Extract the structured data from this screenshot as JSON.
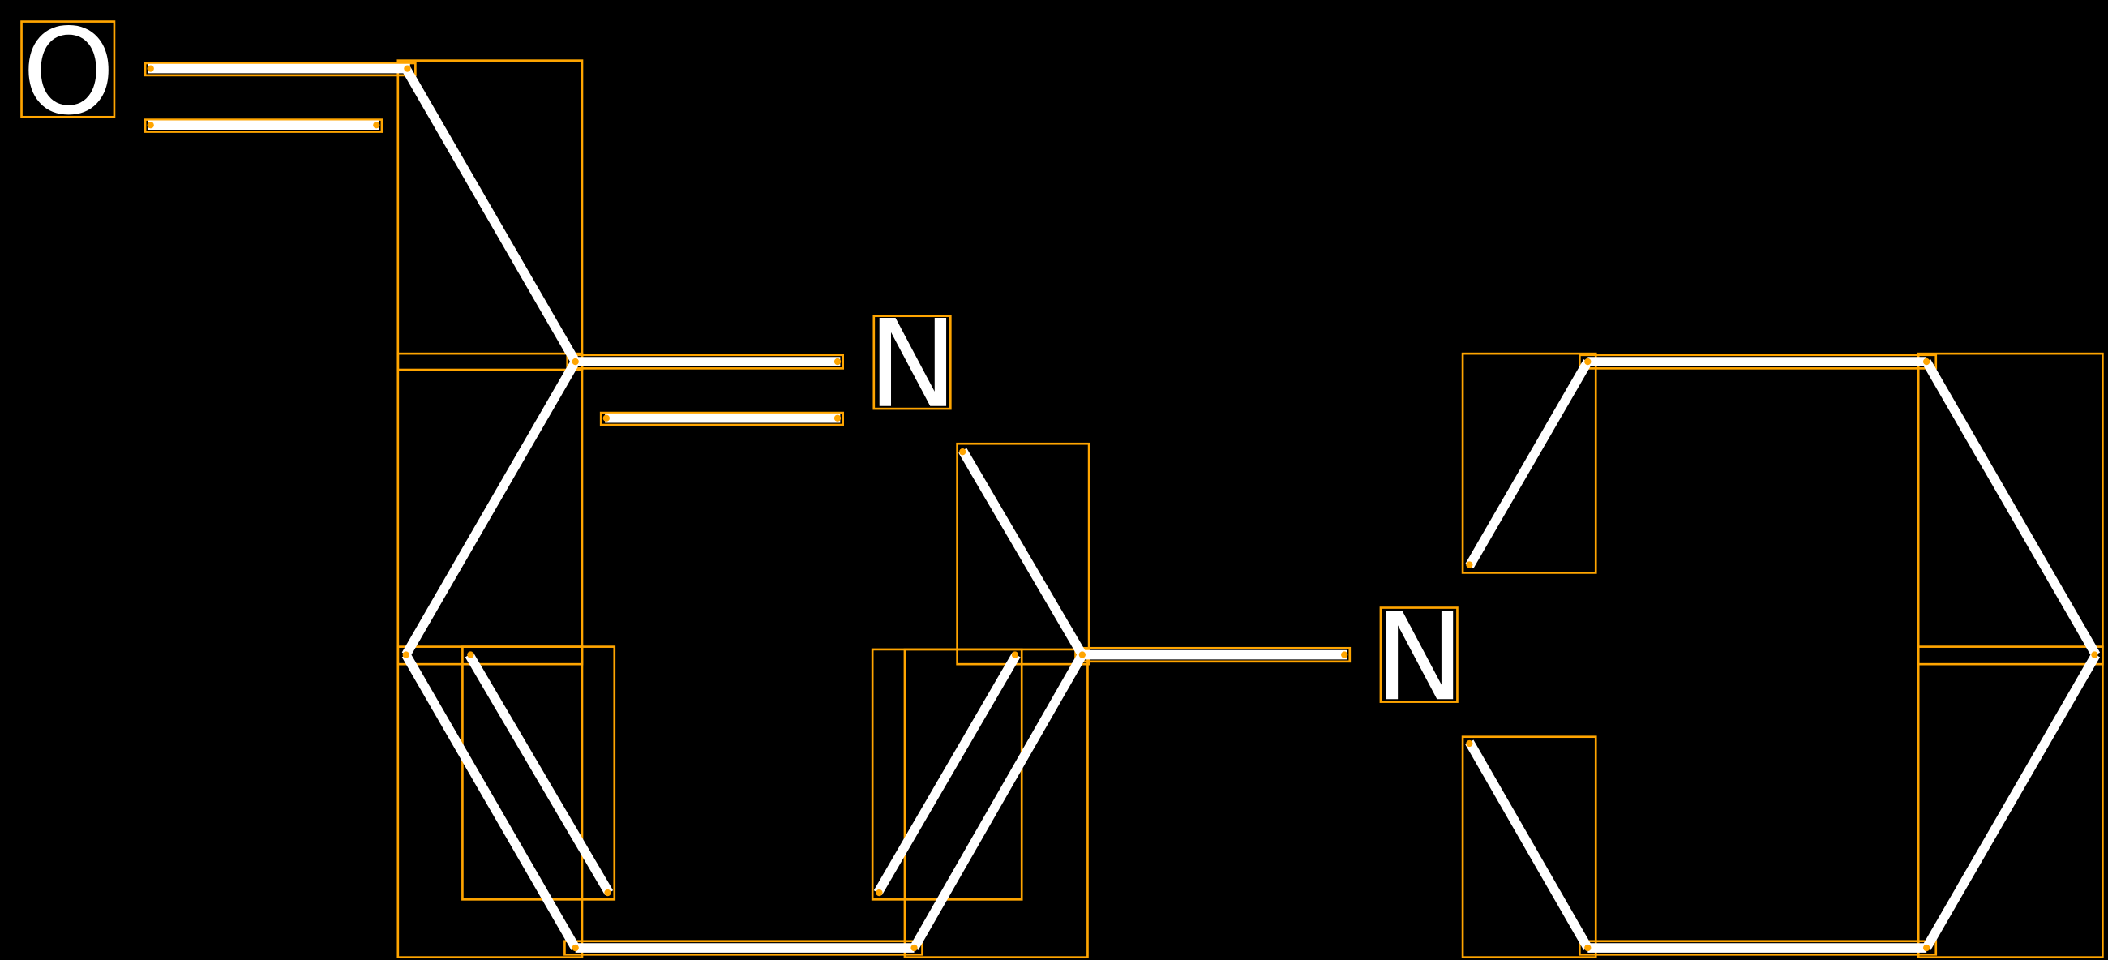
{
  "diagram": {
    "type": "chemical-structure",
    "atoms": [
      {
        "label": "O"
      },
      {
        "label": "N"
      },
      {
        "label": "N"
      }
    ],
    "colors": {
      "background": "#000000",
      "bond": "#FFFFFF",
      "annotation_box": "#FFA500"
    }
  }
}
